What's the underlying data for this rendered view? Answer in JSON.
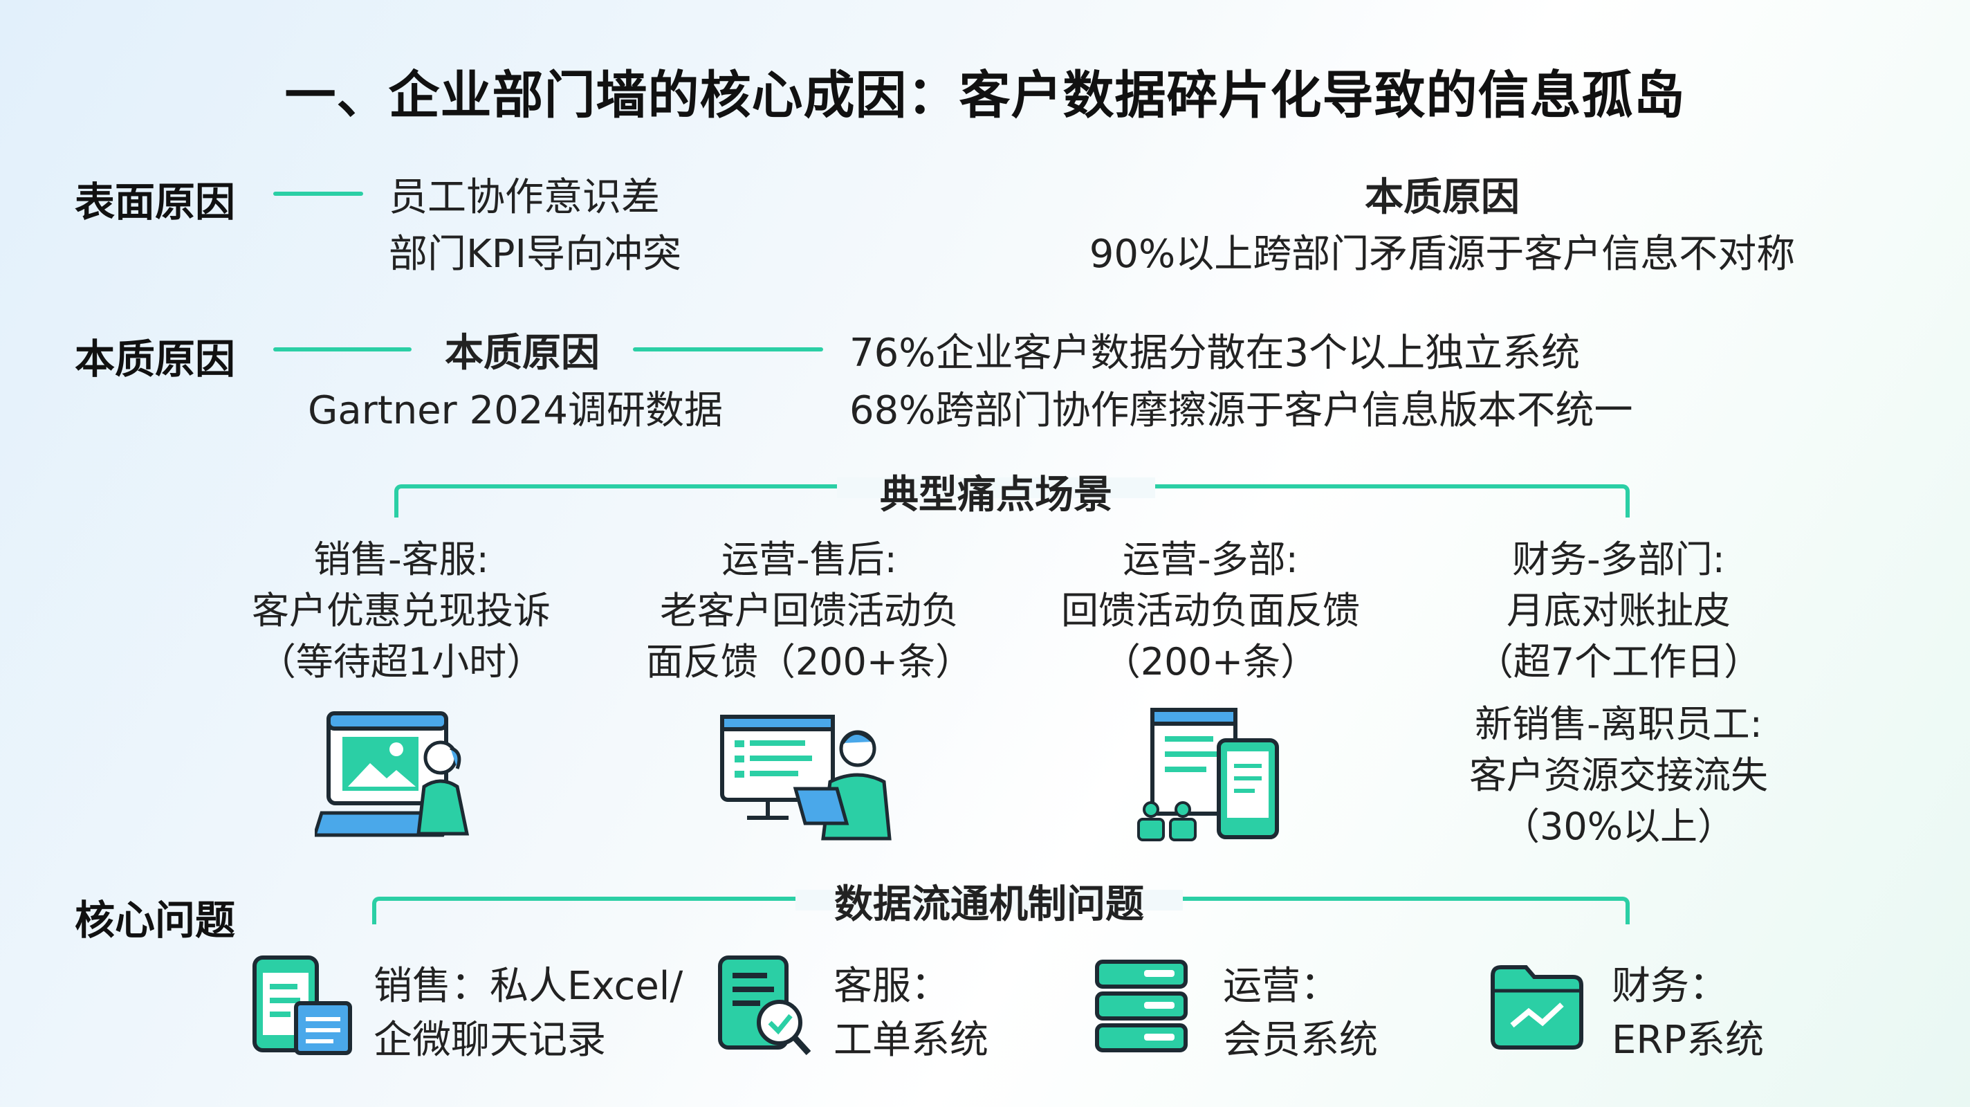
{
  "title": "一、企业部门墙的核心成因：客户数据碎片化导致的信息孤岛",
  "surface": {
    "label": "表面原因",
    "lines": [
      "员工协作意识差",
      "部门KPI导向冲突"
    ],
    "right_heading": "本质原因",
    "right_text": "90%以上跨部门矛盾源于客户信息不对称"
  },
  "essence": {
    "label": "本质原因",
    "mid_heading": "本质原因",
    "source": "Gartner 2024调研数据",
    "stats": [
      "76%企业客户数据分散在3个以上独立系统",
      "68%跨部门协作摩擦源于客户信息版本不统一"
    ]
  },
  "scenarios": {
    "heading": "典型痛点场景",
    "items": [
      {
        "lines": [
          "销售-客服:",
          "客户优惠兑现投诉",
          "（等待超1小时）"
        ],
        "icon": "person-at-computer-icon"
      },
      {
        "lines": [
          "运营-售后:",
          "老客户回馈活动负",
          "面反馈（200+条）"
        ],
        "icon": "person-with-laptop-icon"
      },
      {
        "lines": [
          "运营-多部:",
          "回馈活动负面反馈",
          "（200+条）"
        ],
        "icon": "devices-team-icon"
      },
      {
        "lines": [
          "财务-多部门:",
          "月底对账扯皮",
          "（超7个工作日）",
          "新销售-离职员工:",
          "客户资源交接流失",
          "（30%以上）"
        ],
        "icon": ""
      }
    ]
  },
  "core": {
    "label": "核心问题",
    "heading": "数据流通机制问题",
    "items": [
      {
        "lines": [
          "销售：私人Excel/",
          "企微聊天记录"
        ],
        "icon": "phone-document-icon"
      },
      {
        "lines": [
          "客服：",
          "工单系统"
        ],
        "icon": "ticket-check-icon"
      },
      {
        "lines": [
          "运营：",
          "会员系统"
        ],
        "icon": "server-stack-icon"
      },
      {
        "lines": [
          "财务：",
          "ERP系统"
        ],
        "icon": "folder-chart-icon"
      }
    ]
  },
  "colors": {
    "accent": "#2bcfa5",
    "icon_fill": "#2bcfa5",
    "icon_blue": "#4aa8ea",
    "icon_stroke": "#1d2a33"
  }
}
